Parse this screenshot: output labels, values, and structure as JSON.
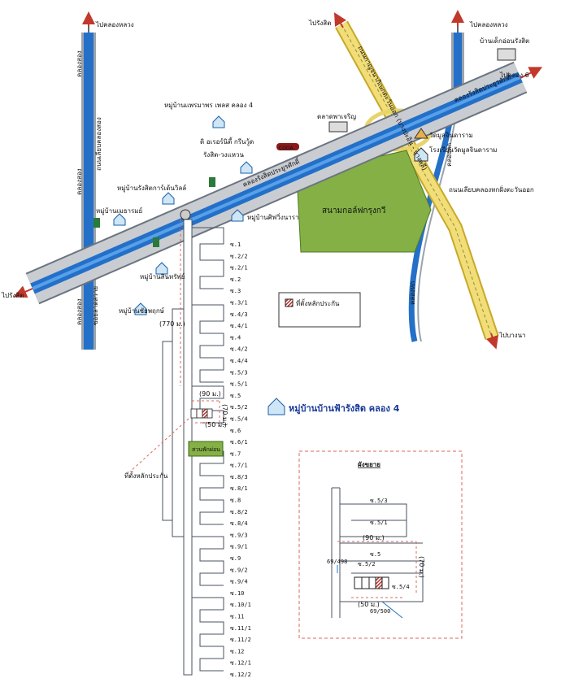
{
  "map": {
    "arrows": {
      "top_left": "ไปคลองหลวง",
      "top_center": "ไปรังสิต",
      "top_right": "ไปคลองหลวง",
      "right_road": "ไปคลอง 6",
      "left_end": "ไปรังสิต",
      "bottom_right": "ไปบางนา"
    },
    "roads": {
      "left_road": "ถนนเลียบคลองสอง",
      "khlong_left_top": "คลองสอง",
      "khlong_left_mid": "คลองสอง",
      "khlong_left_bot": "คลองสอง",
      "soi_phaholyothin": "ซอยลาดสวาย",
      "main_canal": "คลองรังสิตประยูรศักดิ์",
      "main_canal_right": "คลองรังสิตประยูรศักดิ์",
      "diag_highway": "ถนนกาญจนาภิเษกตะวันออก (บางปะอิน - บางพลี)",
      "east_road": "ถนนเลียบคลองหกฝั่งตะวันออก",
      "khlong6_upper": "คลองหก",
      "khlong6_lower": "คลองหก"
    },
    "places": {
      "bandek": "บ้านเด็กอ่อนรังสิต",
      "phraemaphon": "หมู่บ้านแพรมาพร เพลส คลอง 4",
      "talat": "ตลาดพาเจริญ",
      "wat": "วัดมูลจินดาราม",
      "school": "โรงเรียนวัดมูลจินดาราม",
      "dlw": "ดิ อเรอร์นิตี้ กรีนวู้ด",
      "dlw2": "รังสิต-วงแหวน",
      "rangsit_garden": "หมู่บ้านรังสิตการ์เด้นวิลล์",
      "metharom": "หมู่บ้านเมธารมย์",
      "srinara": "หมู่บ้านศิฟวิ่งนารา",
      "golf": "สนามกอล์ฟกรุงกวี",
      "sinsap": "หมู่บ้านสินทรัพย์",
      "chaiphruek": "หมู่บ้านชัยพฤกษ์",
      "park": "สวนพักผ่อน",
      "village_title": "หมู่บ้านบ้านฟ้ารังสิต คลอง 4",
      "collateral_pointer": "ที่ตั้งหลักประกัน",
      "cooa": "COOA"
    },
    "legend": {
      "label": "ที่ตั้งหลักประกัน"
    },
    "distances": {
      "d770": "(770 ม.)",
      "d90": "(90 ม.)",
      "d50": "(50 ม.)",
      "d70": "(70 ม.)"
    },
    "sois": [
      "ซ.1",
      "ซ.2/2",
      "ซ.2/1",
      "ซ.2",
      "ซ.3",
      "ซ.3/1",
      "ซ.4/3",
      "ซ.4/1",
      "ซ.4",
      "ซ.4/2",
      "ซ.4/4",
      "ซ.5/3",
      "ซ.5/1",
      "ซ.5",
      "ซ.5/2",
      "ซ.5/4",
      "ซ.6",
      "ซ.6/1",
      "ซ.7",
      "ซ.7/1",
      "ซ.8/3",
      "ซ.8/1",
      "ซ.8",
      "ซ.8/2",
      "ซ.8/4",
      "ซ.9/3",
      "ซ.9/1",
      "ซ.9",
      "ซ.9/2",
      "ซ.9/4",
      "ซ.10",
      "ซ.10/1",
      "ซ.11",
      "ซ.11/1",
      "ซ.11/2",
      "ซ.12",
      "ซ.12/1",
      "ซ.12/2"
    ],
    "inset": {
      "title": "ผังขยาย",
      "soi_53": "ซ.5/3",
      "soi_51": "ซ.5/1",
      "d90": "(90 ม.)",
      "d70": "(70 ม.)",
      "soi_5": "ซ.5",
      "soi_52": "ซ.5/2",
      "soi_54": "ซ.5/4",
      "addr1": "69/498",
      "addr2": "69/500",
      "d50": "(50 ม.)"
    },
    "colors": {
      "canal": "#1f6fd1",
      "road_gray": "#c9cdd2",
      "highway_yellow": "#e8d46a",
      "golf_green": "#84b045",
      "marker": "#b8362b",
      "dashed": "#d96a5a"
    }
  }
}
